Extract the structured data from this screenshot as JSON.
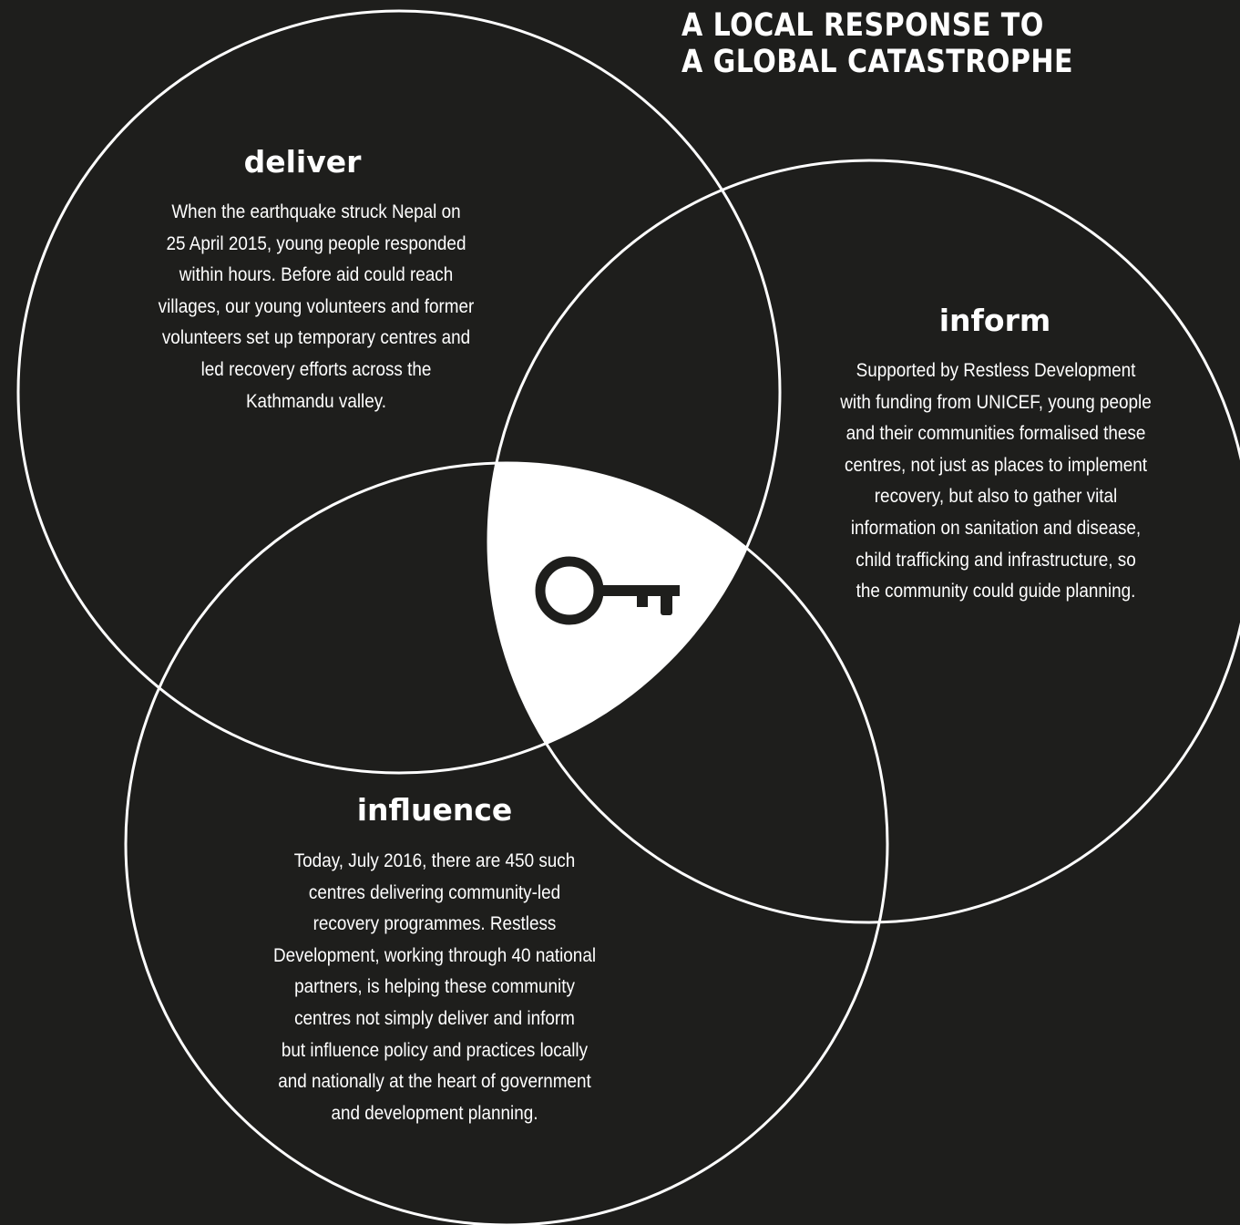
{
  "title": {
    "line1": "A LOCAL RESPONSE TO",
    "line2": "A GLOBAL CATASTROPHE"
  },
  "circles": {
    "deliver": {
      "heading": "deliver",
      "lines": [
        "When the earthquake struck Nepal on",
        "25 April 2015, young people responded",
        "within hours. Before aid could reach",
        "villages, our young volunteers and former",
        "volunteers set up temporary centres and",
        "led recovery efforts across the",
        "Kathmandu valley."
      ]
    },
    "inform": {
      "heading": "inform",
      "lines": [
        "Supported by Restless Development",
        "with funding from UNICEF, young people",
        "and their communities formalised these",
        "centres, not just as places to implement",
        "recovery, but also to gather vital",
        "information on sanitation and disease,",
        "child trafficking and infrastructure, so",
        "the community could guide planning."
      ]
    },
    "influence": {
      "heading": "influence",
      "lines": [
        "Today, July 2016, there are 450 such",
        "centres delivering community-led",
        "recovery programmes. Restless",
        "Development, working through 40 national",
        "partners, is helping these community",
        "centres not simply deliver and inform",
        "but influence policy and practices locally",
        "and nationally at the heart of government",
        "and development planning."
      ]
    }
  },
  "center_icon": "key-icon",
  "colors": {
    "background": "#1e1e1c",
    "foreground": "#ffffff"
  }
}
